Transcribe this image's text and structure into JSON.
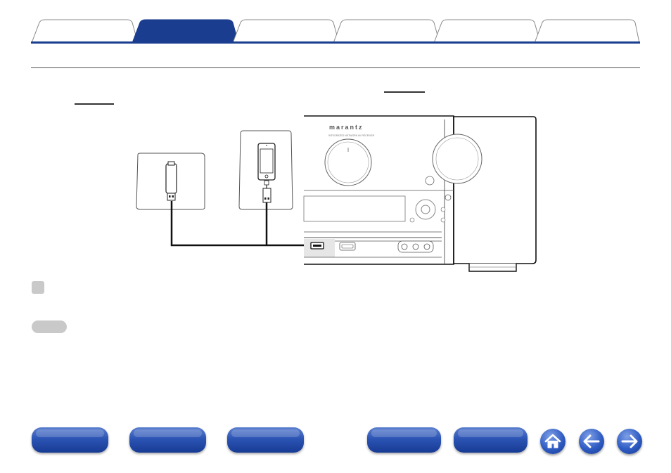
{
  "tabs": [
    {
      "label": "",
      "active": false
    },
    {
      "label": "",
      "active": true
    },
    {
      "label": "",
      "active": false
    },
    {
      "label": "",
      "active": false
    },
    {
      "label": "",
      "active": false
    },
    {
      "label": "",
      "active": false
    }
  ],
  "colors": {
    "accent": "#1a3d8f",
    "tab_inactive_bg": "#ffffff",
    "tab_active_bg": "#1a3d8f",
    "marker_gray": "#c9c9c9",
    "nav_button": "#2c54b4"
  },
  "diagram": {
    "brand": "marantz",
    "model_line": "INTEGRATED NETWORK AV RECEIVER"
  },
  "icons": {
    "usb_memory": "usb-memory-icon",
    "ipod": "ipod-icon",
    "receiver": "av-receiver-front-panel",
    "home": "home-icon",
    "back": "arrow-left-icon",
    "forward": "arrow-right-icon"
  },
  "nav_buttons": [
    {
      "label": ""
    },
    {
      "label": ""
    },
    {
      "label": ""
    },
    {
      "label": ""
    },
    {
      "label": ""
    }
  ]
}
